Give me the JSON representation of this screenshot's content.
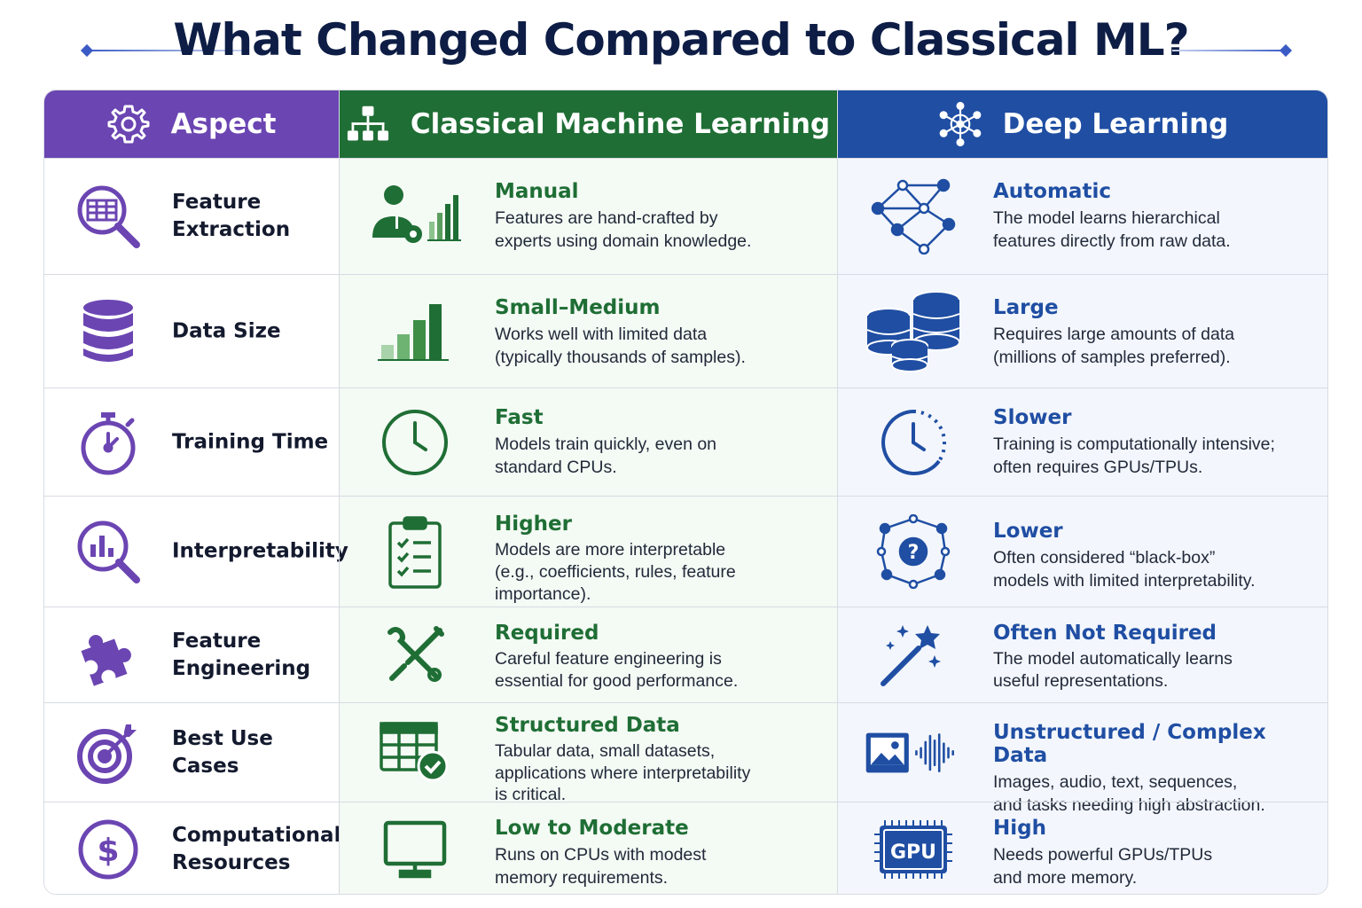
{
  "title": "What Changed Compared to Classical ML?",
  "colors": {
    "aspect": "#6b45b2",
    "classical": "#1f6e35",
    "deep": "#1f4ea3",
    "title": "#0d1d45"
  },
  "headers": {
    "aspect": {
      "label": "Aspect",
      "icon": "gear-icon"
    },
    "classical": {
      "label": "Classical Machine Learning",
      "icon": "hierarchy-icon"
    },
    "deep": {
      "label": "Deep Learning",
      "icon": "neural-network-icon"
    }
  },
  "rows": [
    {
      "aspect": "Feature\nExtraction",
      "aspect_icon": "table-search-icon",
      "classical": {
        "heading": "Manual",
        "desc": "Features are hand-crafted by\nexperts using domain knowledge.",
        "icon": "expert-chart-icon"
      },
      "deep": {
        "heading": "Automatic",
        "desc": "The model learns hierarchical\nfeatures directly from raw data.",
        "icon": "node-graph-icon"
      }
    },
    {
      "aspect": "Data Size",
      "aspect_icon": "database-icon",
      "classical": {
        "heading": "Small–Medium",
        "desc": "Works well with limited data\n(typically thousands of samples).",
        "icon": "bar-chart-icon"
      },
      "deep": {
        "heading": "Large",
        "desc": "Requires large amounts of data\n(millions of samples preferred).",
        "icon": "databases-icon"
      }
    },
    {
      "aspect": "Training Time",
      "aspect_icon": "stopwatch-icon",
      "classical": {
        "heading": "Fast",
        "desc": "Models train quickly, even on\nstandard CPUs.",
        "icon": "clock-icon"
      },
      "deep": {
        "heading": "Slower",
        "desc": "Training is computationally intensive;\noften requires GPUs/TPUs.",
        "icon": "clock-dashed-icon"
      }
    },
    {
      "aspect": "Interpretability",
      "aspect_icon": "chart-search-icon",
      "classical": {
        "heading": "Higher",
        "desc": "Models are more interpretable\n(e.g., coefficients, rules, feature\nimportance).",
        "icon": "clipboard-checklist-icon"
      },
      "deep": {
        "heading": "Lower",
        "desc": "Often considered “black-box”\nmodels with limited interpretability.",
        "icon": "question-network-icon"
      }
    },
    {
      "aspect": "Feature\nEngineering",
      "aspect_icon": "puzzle-icon",
      "classical": {
        "heading": "Required",
        "desc": "Careful feature engineering is\nessential for good performance.",
        "icon": "tools-icon"
      },
      "deep": {
        "heading": "Often Not Required",
        "desc": "The model automatically learns\nuseful representations.",
        "icon": "magic-wand-icon"
      }
    },
    {
      "aspect": "Best Use Cases",
      "aspect_icon": "target-icon",
      "classical": {
        "heading": "Structured Data",
        "desc": "Tabular data, small datasets,\napplications where interpretability\nis critical.",
        "icon": "table-check-icon"
      },
      "deep": {
        "heading": "Unstructured / Complex Data",
        "desc": "Images, audio, text, sequences,\nand tasks needing high abstraction.",
        "icon": "image-audio-icon"
      }
    },
    {
      "aspect": "Computational\nResources",
      "aspect_icon": "dollar-icon",
      "classical": {
        "heading": "Low to Moderate",
        "desc": "Runs on CPUs with modest\nmemory requirements.",
        "icon": "monitor-icon"
      },
      "deep": {
        "heading": "High",
        "desc": "Needs powerful GPUs/TPUs\nand more memory.",
        "icon": "gpu-chip-icon",
        "icon_label": "GPU"
      }
    }
  ]
}
